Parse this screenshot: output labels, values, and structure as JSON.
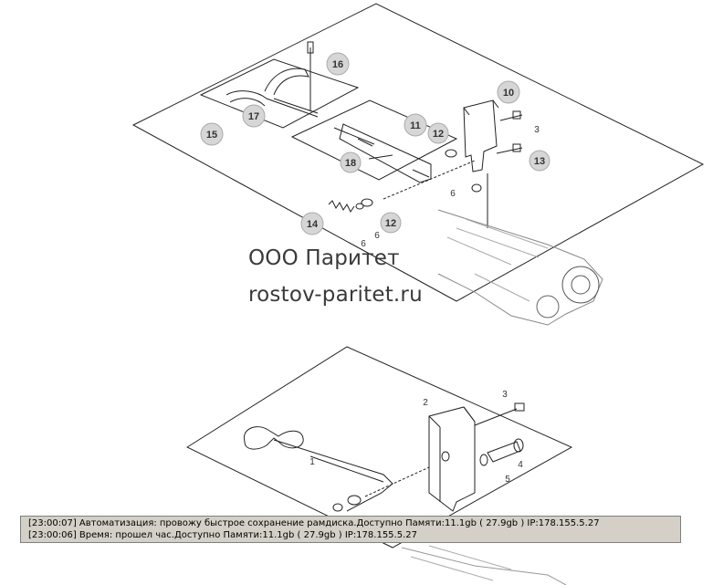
{
  "watermark": {
    "company": "ООО Паритет",
    "website": "rostov-paritet.ru"
  },
  "callouts_top": [
    {
      "label": "16"
    },
    {
      "label": "17"
    },
    {
      "label": "15"
    },
    {
      "label": "11"
    },
    {
      "label": "12"
    },
    {
      "label": "10"
    },
    {
      "label": "3"
    },
    {
      "label": "13"
    },
    {
      "label": "18"
    },
    {
      "label": "6"
    },
    {
      "label": "14"
    },
    {
      "label": "12"
    },
    {
      "label": "6"
    },
    {
      "label": "6"
    }
  ],
  "callouts_bottom": [
    {
      "label": "2"
    },
    {
      "label": "3"
    },
    {
      "label": "1"
    },
    {
      "label": "4"
    },
    {
      "label": "5"
    }
  ],
  "log": {
    "lines": [
      "[23:00:07]  Автоматизация: провожу быстрое сохранение рамдиска.Доступно Памяти:11.1gb  ( 27.9gb ) IP:178.155.5.27",
      "[23:00:06]  Время: прошел час.Доступно Памяти:11.1gb  ( 27.9gb ) IP:178.155.5.27"
    ]
  }
}
